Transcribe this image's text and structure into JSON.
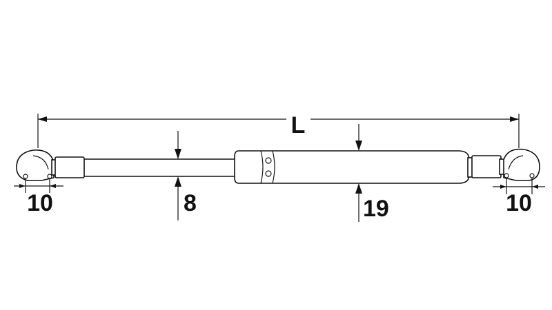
{
  "dimensions": {
    "overall_length_label": "L",
    "rod_diameter_label": "8",
    "cylinder_diameter_label": "19",
    "left_end_fitting_label": "10",
    "right_end_fitting_label": "10"
  },
  "colors": {
    "ink": "#111111",
    "background": "#ffffff"
  }
}
